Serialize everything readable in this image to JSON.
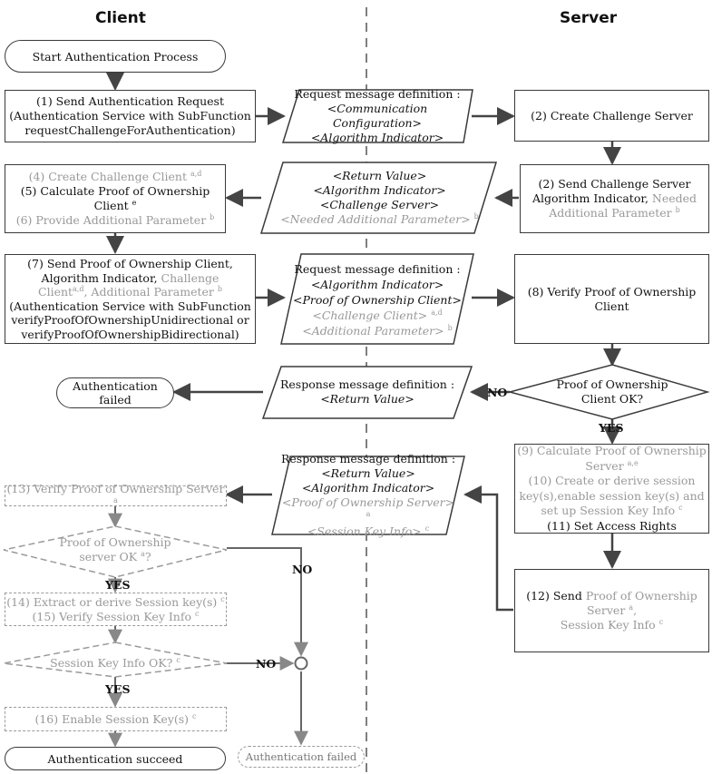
{
  "headers": {
    "client": "Client",
    "server": "Server"
  },
  "start": "Start Authentication Process",
  "step1": {
    "line1": "(1) Send Authentication Request",
    "line2": "(Authentication Service with SubFunction",
    "line3": "requestChallengeForAuthentication)"
  },
  "msg1": {
    "line1": "Request message definition :",
    "line2": "<Communication Configuration>",
    "line3": "<Algorithm Indicator>"
  },
  "step2a": "(2) Create Challenge Server",
  "step2b": {
    "line1": "(2) Send Challenge Server",
    "line2a": "Algorithm Indicator, ",
    "line2b": "Needed",
    "line3": "Additional Parameter",
    "sup": "b"
  },
  "msg2": {
    "line1": "<Return Value>",
    "line2": "<Algorithm Indicator>",
    "line3": "<Challenge Server>",
    "line4": "<Needed Additional Parameter>",
    "sup": "b"
  },
  "step4": {
    "line1": "(4) Create Challenge Client",
    "sup1": "a,d",
    "line2": "(5) Calculate Proof of Ownership Client",
    "sup2": "e",
    "line3": "(6) Provide Additional Parameter",
    "sup3": "b"
  },
  "step7": {
    "line1": "(7) Send Proof of Ownership Client,",
    "line2a": "Algorithm Indicator, ",
    "line2b": "Challenge",
    "line3a": "Client",
    "sup3a": "a,d",
    "line3b": ", Additional Parameter",
    "sup3b": "b",
    "line4": "(Authentication Service with SubFunction",
    "line5": "verifyProofOfOwnershipUnidirectional or",
    "line6": "verifyProofOfOwnershipBidirectional)"
  },
  "msg3": {
    "line1": "Request  message definition :",
    "line2": "<Algorithm Indicator>",
    "line3": "<Proof of Ownership Client>",
    "line4": "<Challenge Client>",
    "sup4": "a,d",
    "line5": "<Additional Parameter>",
    "sup5": "b"
  },
  "step8": {
    "line1": "(8) Verify Proof of Ownership",
    "line2": "Client"
  },
  "auth_failed_1": {
    "line1": "Authentication",
    "line2": "failed"
  },
  "msg4": {
    "line1": "Response message definition :",
    "line2": "<Return Value>"
  },
  "decision_server": {
    "line1": "Proof of  Ownership",
    "line2": "Client OK?"
  },
  "labels": {
    "no1": "NO",
    "yes1": "YES",
    "yes2": "YES",
    "no2": "NO",
    "yes3": "YES",
    "no3": "NO"
  },
  "step9": {
    "line1": "(9) Calculate Proof of Ownership",
    "line2": "Server",
    "sup2": "a,e",
    "line3": "(10) Create or derive session",
    "line4": "key(s),enable session key(s) and",
    "line5": "set up Session Key Info",
    "sup5": "c",
    "line6": "(11) Set Access Rights"
  },
  "msg5": {
    "line1": "Response message definition :",
    "line2": "<Return Value>",
    "line3": "<Algorithm Indicator>",
    "line4": "<Proof of Ownership Server>",
    "sup4": "a",
    "line5": "<Session Key Info>",
    "sup5": "c"
  },
  "step13": {
    "text": "(13) Verify Proof of Ownership Server",
    "sup": "a"
  },
  "decision_client1": {
    "line1": "Proof of Ownership",
    "line2": "server OK",
    "sup": "a",
    "tail": "?"
  },
  "step14": {
    "line1": "(14) Extract or derive Session key(s)",
    "sup1": "c",
    "line2": "(15) Verify Session Key Info",
    "sup2": "c"
  },
  "decision_client2": {
    "text": "Session Key Info OK?",
    "sup": "c"
  },
  "step16": {
    "text": "(16) Enable Session Key(s)",
    "sup": "c"
  },
  "step12": {
    "line1a": "(12) Send ",
    "line1b": "Proof of Ownership",
    "line2": "Server",
    "sup2": "a",
    "line2tail": ",",
    "line3": "Session Key Info",
    "sup3": "c"
  },
  "auth_succeed": "Authentication succeed",
  "auth_failed_2": "Authentication failed"
}
